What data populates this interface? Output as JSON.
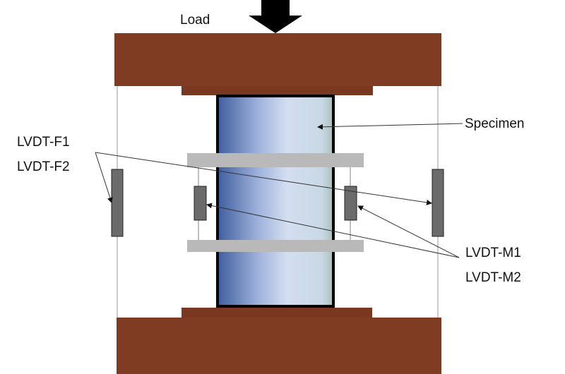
{
  "labels": {
    "load": "Load",
    "specimen": "Specimen",
    "lvdt_f1": "LVDT-F1",
    "lvdt_f2": "LVDT-F2",
    "lvdt_m1": "LVDT-M1",
    "lvdt_m2": "LVDT-M2"
  },
  "colors": {
    "platen": "#7f3c22",
    "clamp": "#b9b9b9",
    "lvdt": "#6b6b6b",
    "specimen_dark": "#4a6aa8",
    "specimen_light": "#d0dcef"
  }
}
